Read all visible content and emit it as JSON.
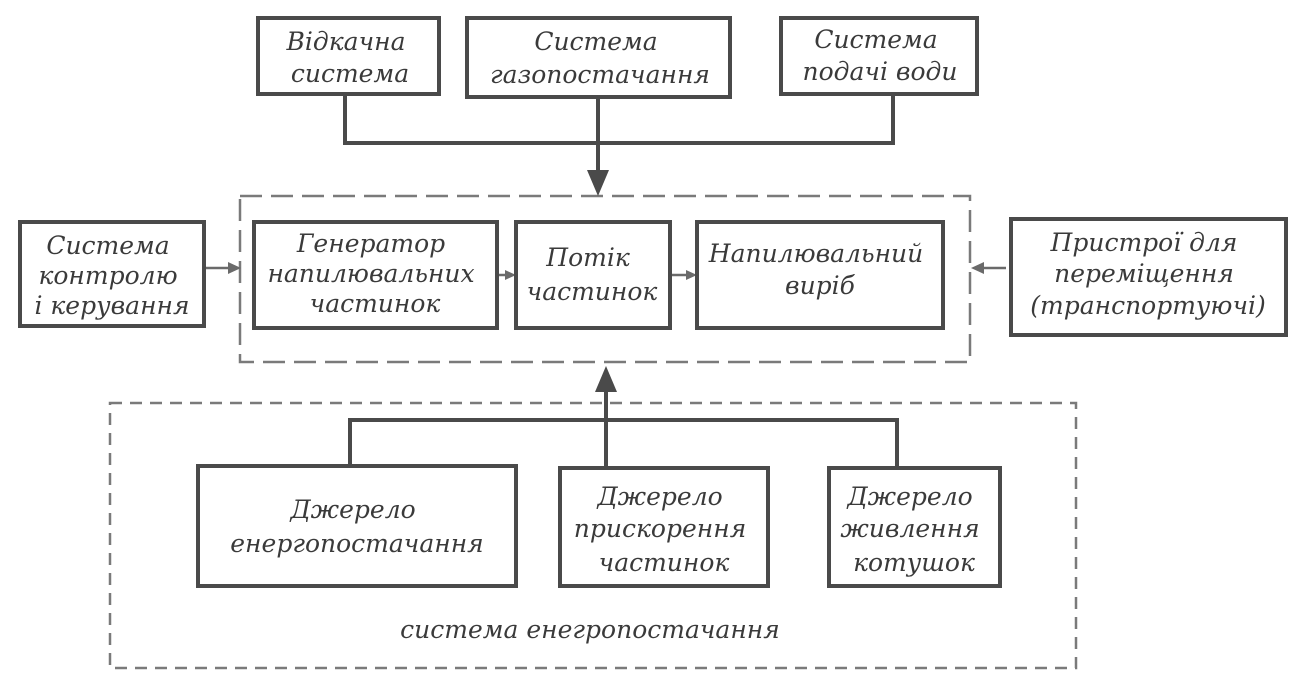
{
  "blocks": {
    "pumping_system": {
      "lines": [
        "Відкачна",
        "система"
      ]
    },
    "gas_supply_system": {
      "lines": [
        "Система",
        "газопостачання"
      ]
    },
    "water_supply_system": {
      "lines": [
        "Система",
        "подачі води"
      ]
    },
    "control_system": {
      "lines": [
        "Система",
        "контролю",
        "і керування"
      ]
    },
    "particle_generator": {
      "lines": [
        "Генератор",
        "напилювальних",
        "частинок"
      ]
    },
    "particle_flow": {
      "lines": [
        "Потік",
        "частинок"
      ]
    },
    "sprayed_product": {
      "lines": [
        "Напилювальний",
        "виріб"
      ]
    },
    "transport_devices": {
      "lines": [
        "Пристрої для",
        "переміщення",
        "(транспортуючі)"
      ]
    },
    "energy_source": {
      "lines": [
        "Джерело",
        "енергопостачання"
      ]
    },
    "acceleration_source": {
      "lines": [
        "Джерело",
        "прискорення",
        "частинок"
      ]
    },
    "coil_power_source": {
      "lines": [
        "Джерело",
        "живлення",
        "котушок"
      ]
    }
  },
  "groups": {
    "energy_system_label": "система енегропостачання"
  }
}
